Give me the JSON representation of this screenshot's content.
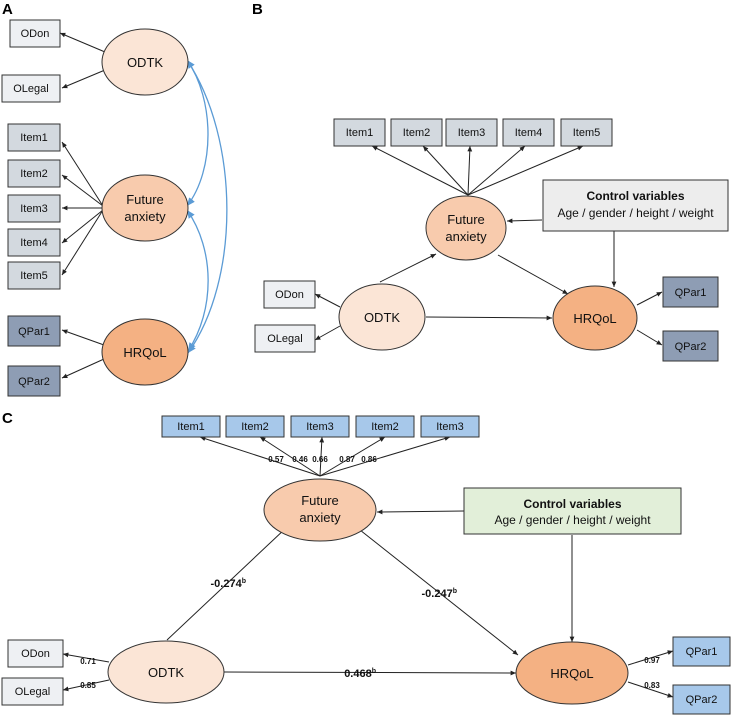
{
  "panels": {
    "a": {
      "label": "A",
      "odtk_indicators": [
        "ODon",
        "OLegal"
      ],
      "anxiety_items": [
        "Item1",
        "Item2",
        "Item3",
        "Item4",
        "Item5"
      ],
      "hrqol_parcels": [
        "QPar1",
        "QPar2"
      ],
      "latents": {
        "odtk": "ODTK",
        "anxiety_line1": "Future",
        "anxiety_line2": "anxiety",
        "hrqol": "HRQoL"
      }
    },
    "b": {
      "label": "B",
      "anxiety_items": [
        "Item1",
        "Item2",
        "Item3",
        "Item4",
        "Item5"
      ],
      "odtk_indicators": [
        "ODon",
        "OLegal"
      ],
      "hrqol_parcels": [
        "QPar1",
        "QPar2"
      ],
      "latents": {
        "odtk": "ODTK",
        "anxiety_line1": "Future",
        "anxiety_line2": "anxiety",
        "hrqol": "HRQoL"
      },
      "control": {
        "title": "Control variables",
        "subtitle": "Age / gender / height / weight"
      }
    },
    "c": {
      "label": "C",
      "anxiety_items": [
        "Item1",
        "Item2",
        "Item3",
        "Item2",
        "Item3"
      ],
      "item_loadings": [
        "0.57",
        "0.46",
        "0.66",
        "0.87",
        "0.86"
      ],
      "odtk_indicators": [
        "ODon",
        "OLegal"
      ],
      "odtk_loadings": [
        "0.71",
        "0.85"
      ],
      "hrqol_parcels": [
        "QPar1",
        "QPar2"
      ],
      "hrqol_loadings": [
        "0.97",
        "0.83"
      ],
      "latents": {
        "odtk": "ODTK",
        "anxiety_line1": "Future",
        "anxiety_line2": "anxiety",
        "hrqol": "HRQoL"
      },
      "control": {
        "title": "Control variables",
        "subtitle": "Age / gender / height / weight"
      },
      "paths": {
        "odtk_to_anxiety": "-0.274",
        "anxiety_to_hrqol": "-0.247",
        "odtk_to_hrqol": "0.468",
        "significance_mark": "b"
      }
    }
  },
  "colors": {
    "box_light": "#eef0f3",
    "box_gray": "#d3d9df",
    "box_slate": "#8e9db4",
    "box_blue": "#a7c8ea",
    "odtk_fill": "#fbe5d6",
    "anxiety_fill": "#f8cbad",
    "hrqol_fill": "#f4b183",
    "covariance_arrow": "#5b9bd5",
    "control_gray": "#ededed",
    "control_green": "#e2efd9"
  }
}
